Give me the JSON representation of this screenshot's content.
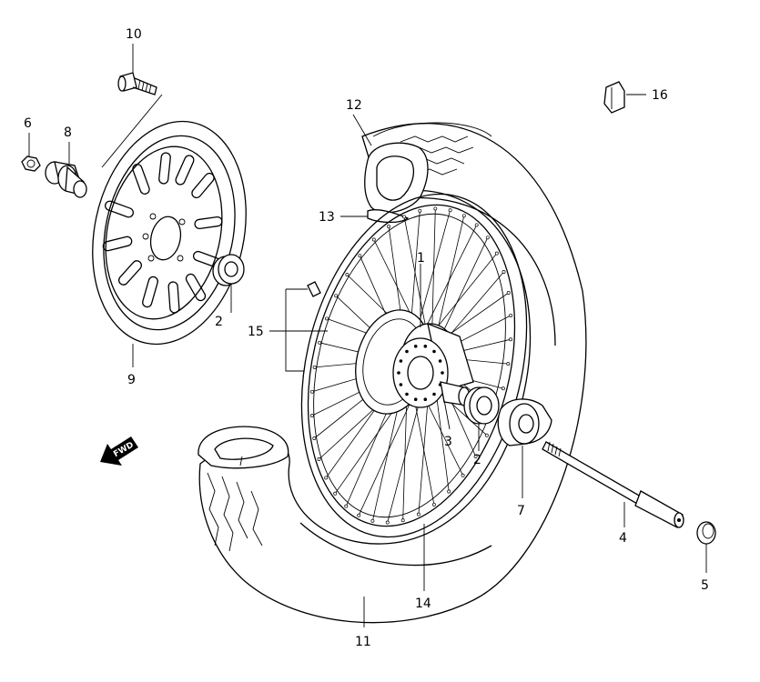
{
  "callouts": [
    {
      "id": "1",
      "label": "1"
    },
    {
      "id": "2a",
      "label": "2"
    },
    {
      "id": "2b",
      "label": "2"
    },
    {
      "id": "3",
      "label": "3"
    },
    {
      "id": "4",
      "label": "4"
    },
    {
      "id": "5",
      "label": "5"
    },
    {
      "id": "6",
      "label": "6"
    },
    {
      "id": "7",
      "label": "7"
    },
    {
      "id": "8",
      "label": "8"
    },
    {
      "id": "9",
      "label": "9"
    },
    {
      "id": "10",
      "label": "10"
    },
    {
      "id": "11",
      "label": "11"
    },
    {
      "id": "12",
      "label": "12"
    },
    {
      "id": "13",
      "label": "13"
    },
    {
      "id": "14",
      "label": "14"
    },
    {
      "id": "15",
      "label": "15"
    },
    {
      "id": "16",
      "label": "16"
    }
  ],
  "fwd_label": "FWD",
  "colors": {
    "line": "#000000",
    "background": "#ffffff"
  }
}
